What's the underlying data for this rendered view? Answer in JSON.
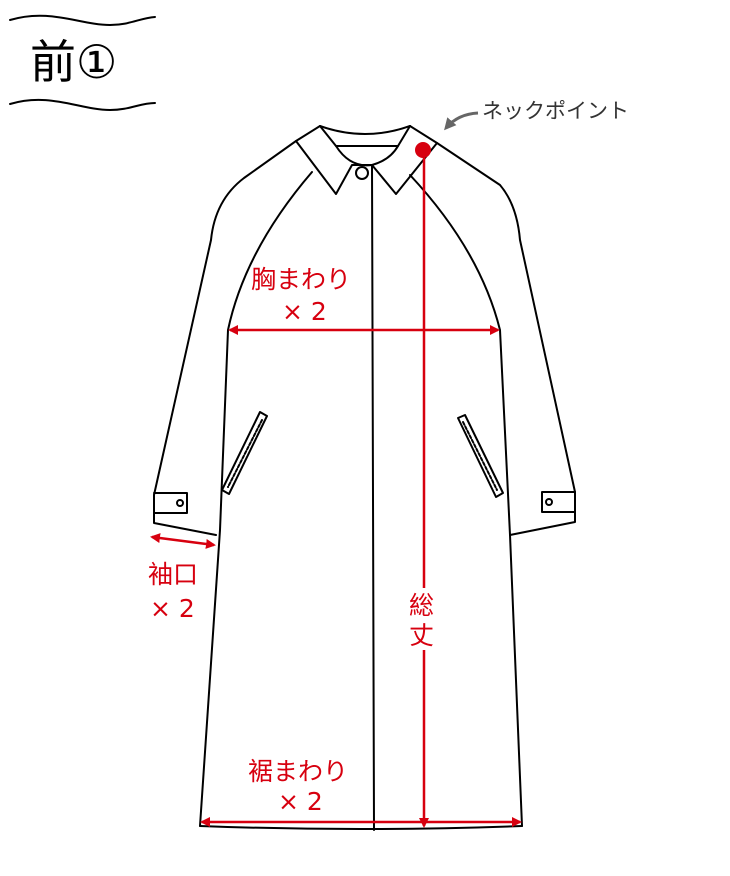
{
  "title": "前①",
  "labels": {
    "neck_point": "ネックポイント",
    "chest": "胸まわり",
    "chest_mult": "× 2",
    "cuff": "袖口",
    "cuff_mult": "× 2",
    "length_1": "総",
    "length_2": "丈",
    "hem": "裾まわり",
    "hem_mult": "× 2"
  },
  "colors": {
    "measure": "#d7000f",
    "outline": "#000000",
    "pointer": "#666666"
  }
}
